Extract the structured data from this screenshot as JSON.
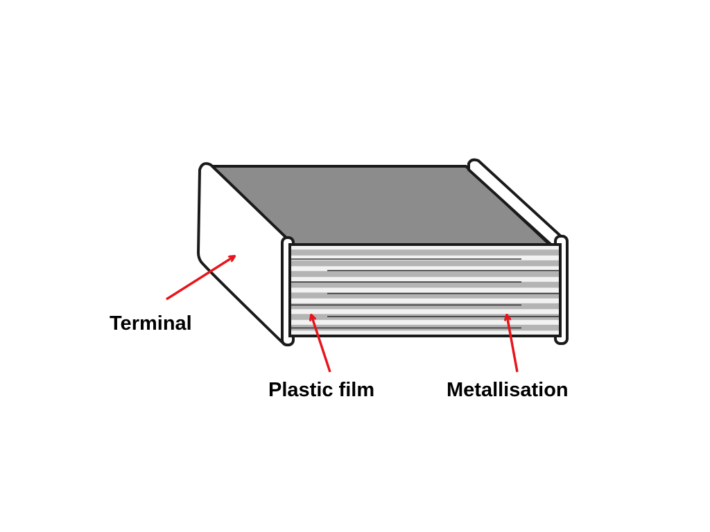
{
  "labels": {
    "terminal": "Terminal",
    "plastic_film": "Plastic film",
    "metallisation": "Metallisation"
  },
  "colors": {
    "top_face": "#8c8c8c",
    "terminal_fill": "#ffffff",
    "outline": "#1a1a1a",
    "film_light": "#f2f2f2",
    "film_gray": "#b4b4b4",
    "metal_line": "#333333",
    "arrow": "#e8141b"
  },
  "layers": {
    "gray_band_count": 8,
    "metallisation_line_count": 7
  }
}
